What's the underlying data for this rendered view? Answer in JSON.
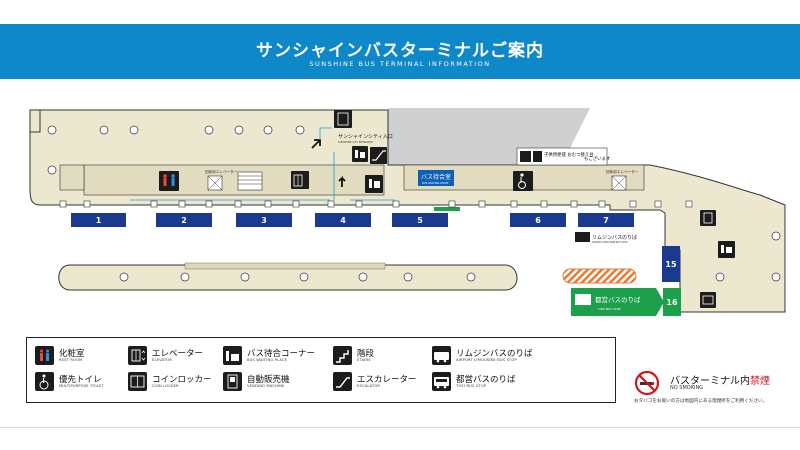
{
  "header": {
    "title": "サンシャインバスターミナルご案内",
    "subtitle": "SUNSHINE BUS TERMINAL INFORMATION",
    "bg_color": "#0f88c9"
  },
  "map": {
    "bays": [
      "1",
      "2",
      "3",
      "4",
      "5",
      "6",
      "7",
      "15",
      "16"
    ],
    "bay_color": "#1b3a8f",
    "entrance": {
      "ja": "サンシャインシティ入口",
      "en": "SUNSHINE CITY ENTRANCE"
    },
    "waiting_room": {
      "ja": "バス待合室",
      "en": "BUS WAITING ROOM"
    },
    "elevator_left": "団体用エレベーター",
    "elevator_right": "団体用エレベーター",
    "kids_space": "子供用便座 おむつ替え台",
    "kids_note": "もございます",
    "limousine_label": "リムジンバスのりば",
    "limousine_en": "AIRPORT LIMOUSINE BUS STOP",
    "toei_stop": {
      "ja": "都営バスのりば",
      "en": "TOEI BUS STOP"
    },
    "toei_color": "#1da04b"
  },
  "legend": {
    "items": [
      {
        "label": "化粧室",
        "sub": "REST ROOM",
        "icon": "restroom-icon"
      },
      {
        "label": "エレベーター",
        "sub": "ELEVATOR",
        "icon": "elevator-icon"
      },
      {
        "label": "バス待合コーナー",
        "sub": "BUS WAITING PLACE",
        "icon": "bus-waiting-icon"
      },
      {
        "label": "階段",
        "sub": "STAIRS",
        "icon": "stairs-icon"
      },
      {
        "label": "リムジンバスのりば",
        "sub": "AIRPORT LIMOUSINE BUS STOP",
        "icon": "limousine-bus-icon"
      },
      {
        "label": "優先トイレ",
        "sub": "MULTIPURPOSE TOILET",
        "icon": "wheelchair-icon"
      },
      {
        "label": "コインロッカー",
        "sub": "COIN LOCKER",
        "icon": "coin-locker-icon"
      },
      {
        "label": "自動販売機",
        "sub": "VENDING MACHINE",
        "icon": "vending-machine-icon"
      },
      {
        "label": "エスカレーター",
        "sub": "ESCALATOR",
        "icon": "escalator-icon"
      },
      {
        "label": "都営バスのりば",
        "sub": "TOEI BUS STOP",
        "icon": "toei-bus-icon"
      }
    ]
  },
  "no_smoking": {
    "title_prefix": "バスターミナル内",
    "title_emph": "禁煙",
    "en": "NO SMOKING",
    "note": "おタバコをお吸いの方は地図内にある喫煙所をご利用ください。",
    "emph_color": "#d4141c"
  }
}
